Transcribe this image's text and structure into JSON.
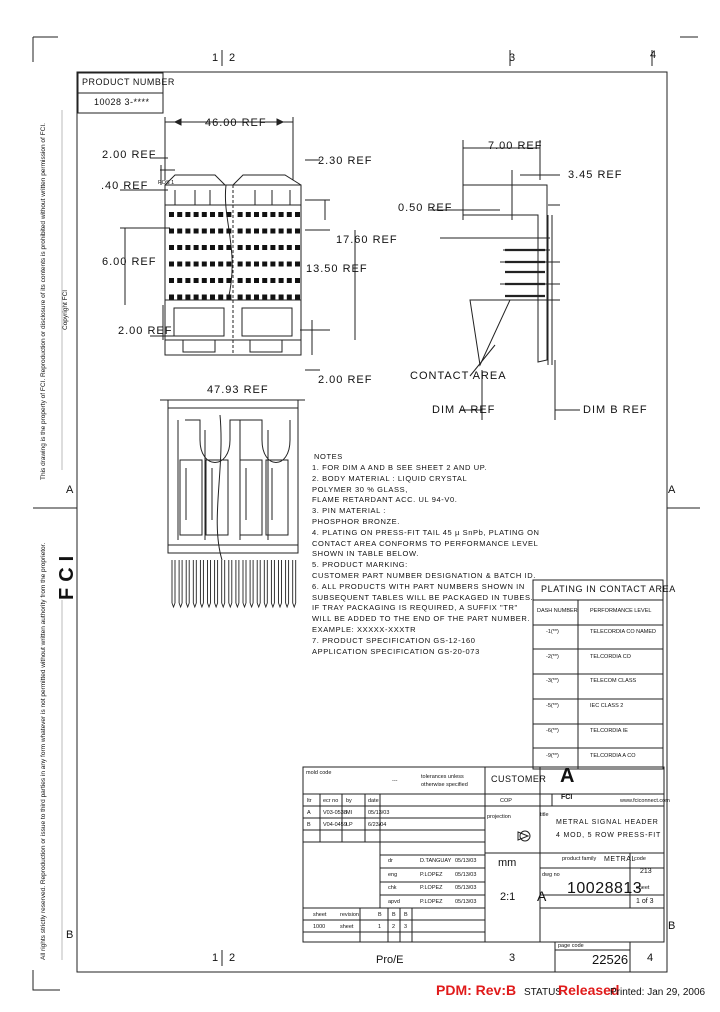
{
  "zones_top": [
    "1",
    "2",
    "3",
    "4"
  ],
  "zones_bottom": [
    "1",
    "2",
    "3",
    "4"
  ],
  "zones_side": [
    "A",
    "B"
  ],
  "product_number_box": {
    "label": "PRODUCT NUMBER",
    "value": "10028 3-**** "
  },
  "dimensions": {
    "width_46": "46.00 REF",
    "d200_top": "2.00 REF",
    "d040": ".40 REF",
    "d600": "6.00 REF",
    "d200_mid": "2.00 REF",
    "d230": "2.30 REF",
    "d1760": "17.60 REF",
    "d1350": "13.50 REF",
    "d200_bot": "2.00 REF",
    "d4793": "47.93 REF",
    "d700": "7.00 REF",
    "d345": "3.45 REF",
    "d050": "0.50 REF",
    "contact_area": "CONTACT AREA",
    "dim_a": "DIM A REF",
    "dim_b": "DIM B REF",
    "pos_label": "POS 1"
  },
  "notes": {
    "title": "NOTES",
    "lines": [
      "1.  FOR DIM A AND B SEE SHEET 2 AND UP.",
      "2.  BODY MATERIAL : LIQUID CRYSTAL",
      "      POLYMER 30 % GLASS,",
      "      FLAME RETARDANT ACC. UL 94-V0.",
      "3.  PIN MATERIAL :",
      "      PHOSPHOR BRONZE.",
      "4.  PLATING ON PRESS-FIT TAIL 45 µ SnPb, PLATING ON",
      "      CONTACT AREA CONFORMS TO PERFORMANCE LEVEL",
      "      SHOWN IN TABLE BELOW.",
      "5.  PRODUCT MARKING:",
      "      CUSTOMER PART NUMBER DESIGNATION & BATCH ID.",
      "6.  ALL PRODUCTS WITH PART NUMBERS SHOWN IN",
      "      SUBSEQUENT TABLES WILL BE PACKAGED IN TUBES.",
      "      IF TRAY PACKAGING IS REQUIRED, A SUFFIX \"TR\"",
      "      WILL BE ADDED TO THE END OF THE PART NUMBER.",
      "      EXAMPLE: XXXXX-XXXTR",
      "7.  PRODUCT SPECIFICATION GS-12-160",
      "      APPLICATION SPECIFICATION GS-20-073"
    ]
  },
  "plating_table": {
    "title": "PLATING IN CONTACT AREA",
    "headers": [
      "DASH NUMBER",
      "PERFORMANCE LEVEL"
    ],
    "rows": [
      [
        "-1(**)",
        "TELECORDIA CO NAMED"
      ],
      [
        "-2(**)",
        "TELCORDIA CO"
      ],
      [
        "-3(**)",
        "TELECOM CLASS"
      ],
      [
        "-5(**)",
        "IEC CLASS 2"
      ],
      [
        "-6(**)",
        "TELCORDIA IE"
      ],
      [
        "-9(**)",
        "TELCORDIA A CO"
      ]
    ]
  },
  "title_block": {
    "mold_code": "mold code",
    "tolerances": "tolerances unless otherwise specified",
    "dashes": "---",
    "customer": "CUSTOMER",
    "logo_letter": "A",
    "logo_text": "FCI",
    "website": "www.fciconnect.com",
    "rev_header": [
      "ltr",
      "ecr no",
      "by",
      "date"
    ],
    "rev_rows": [
      [
        "A",
        "V03-0538",
        "MI",
        "05/13/03"
      ],
      [
        "B",
        "V04-0459",
        "LP",
        "6/23/04"
      ]
    ],
    "cop": "COP",
    "title_label": "title",
    "title_line1": "METRAL SIGNAL HEADER",
    "title_line2": "4 MOD, 5 ROW PRESS-FIT",
    "projection": "projection",
    "sign_rows": [
      [
        "dr",
        "D.TANGUAY",
        "05/13/03"
      ],
      [
        "eng",
        "P.LOPEZ",
        "05/13/03"
      ],
      [
        "chk",
        "P.LOPEZ",
        "05/13/03"
      ],
      [
        "apvd",
        "P.LOPEZ",
        "05/13/03"
      ]
    ],
    "units": "mm",
    "scale": "2:1",
    "size": "A",
    "product_family_label": "product family",
    "product_family": "METRAL",
    "code_label": "code",
    "code": "213",
    "dwg_no_label": "dwg no",
    "dwg_no": "10028813",
    "sheet_label": "sheet",
    "sheet": "1 of 3",
    "doc_rows": [
      [
        "sheet",
        "revision",
        "B",
        "B",
        "B"
      ],
      [
        "1000",
        "sheet",
        "1",
        "2",
        "3"
      ]
    ],
    "page_code_label": "page code",
    "page_code": "22526"
  },
  "footer": {
    "pro_e": "Pro/E",
    "pdm": "PDM: Rev:B",
    "status_label": "STATUS",
    "status_value": "Released",
    "printed": "Printed: Jan 29, 2006"
  },
  "side_text": {
    "rights_top": "This drawing is the property of FCI. Reproduction or disclosure of its contents is prohibited without written permission of FCI.",
    "rights_bottom": "All rights strictly reserved. Reproduction or issue to third parties in any form whatever is not permitted without written authority from the proprietor.",
    "copyright": "Copyright FCI",
    "brand": "FCI"
  }
}
